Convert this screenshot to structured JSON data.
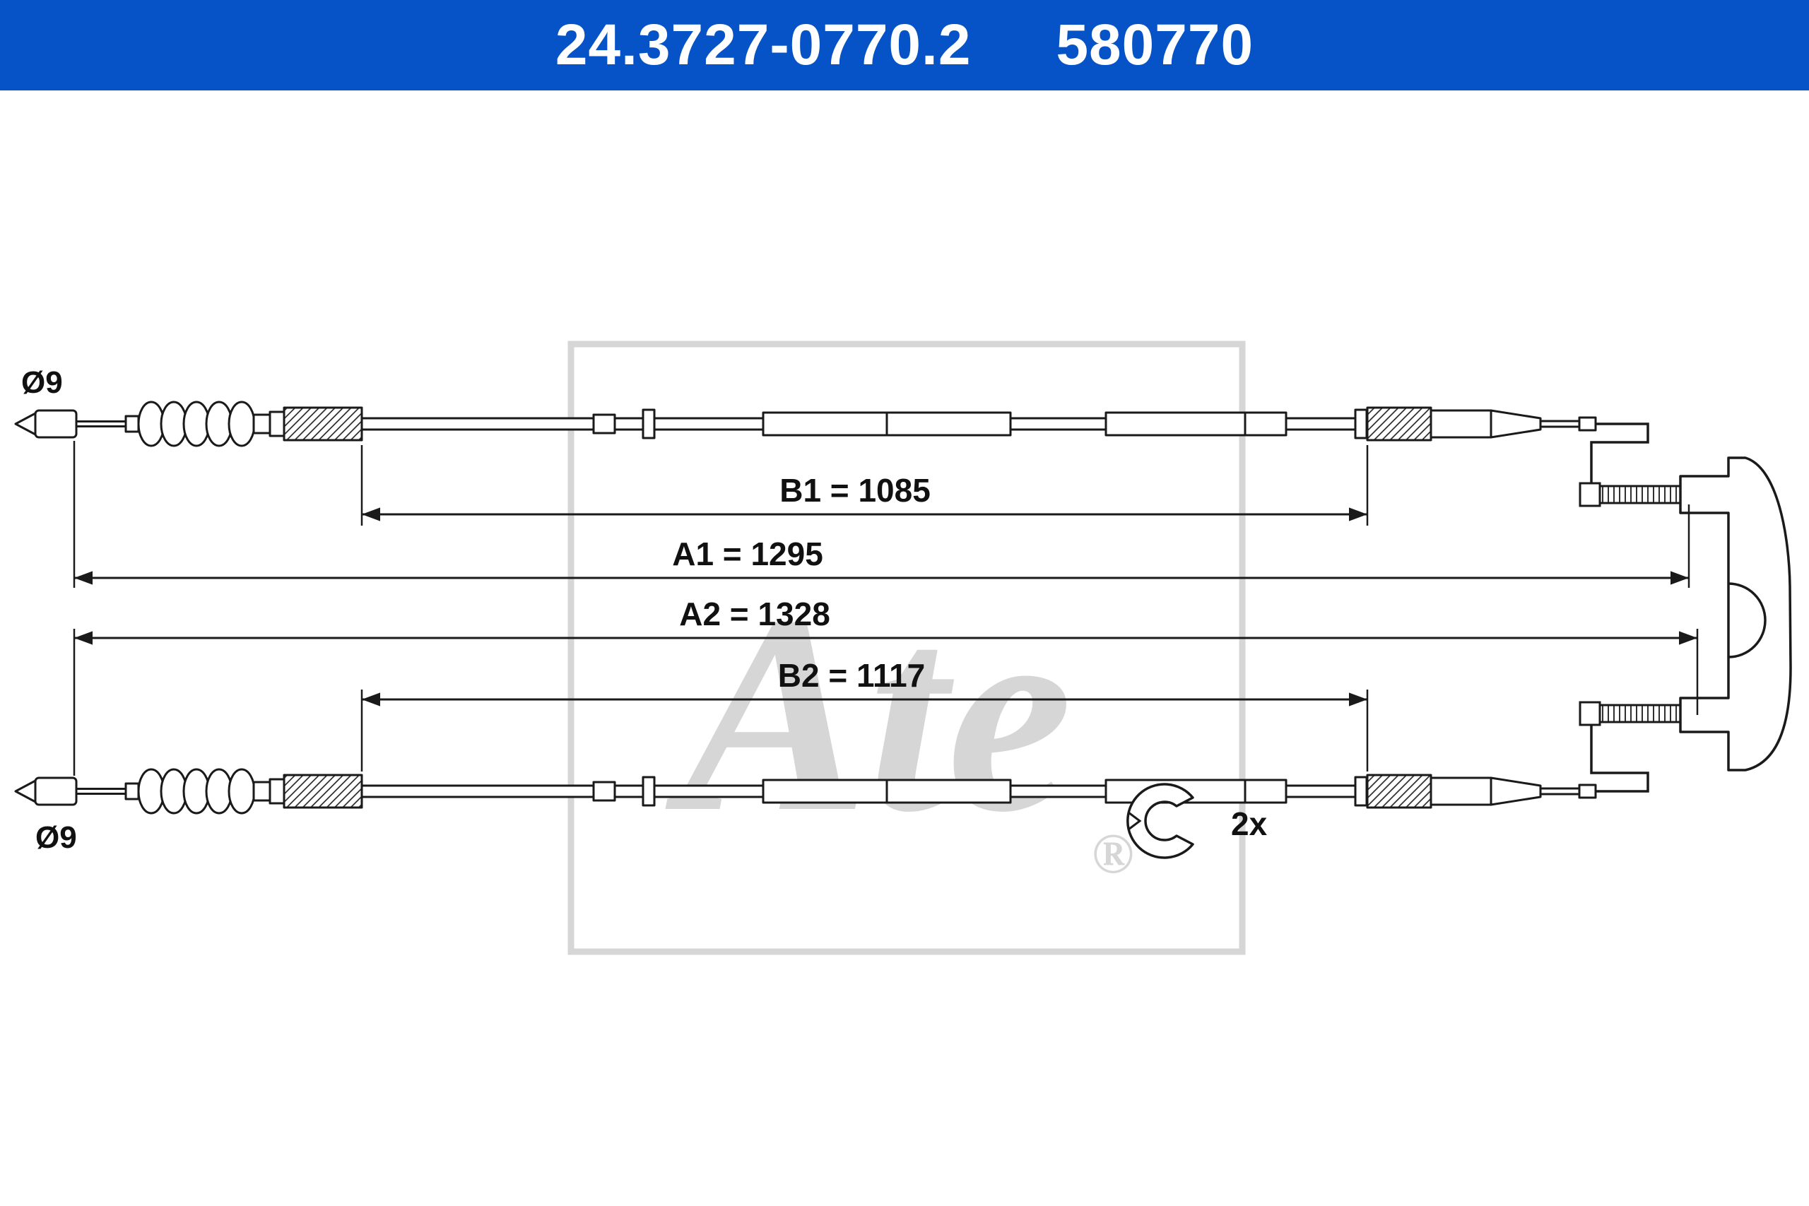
{
  "header": {
    "part_number": "24.3727-0770.2",
    "reference_number": "580770",
    "background_color": "#0653c8",
    "text_color": "#ffffff"
  },
  "drawing": {
    "dimensions": {
      "b1_label": "B1 = 1085",
      "a1_label": "A1 = 1295",
      "a2_label": "A2 = 1328",
      "b2_label": "B2 = 1117"
    },
    "diameter_label_top": "Ø9",
    "diameter_label_bottom": "Ø9",
    "clip_quantity_label": "2x",
    "watermark_text": "Ate",
    "watermark_registered": "®",
    "line_color": "#1a1a1a",
    "watermark_color": "#d6d6d6"
  }
}
